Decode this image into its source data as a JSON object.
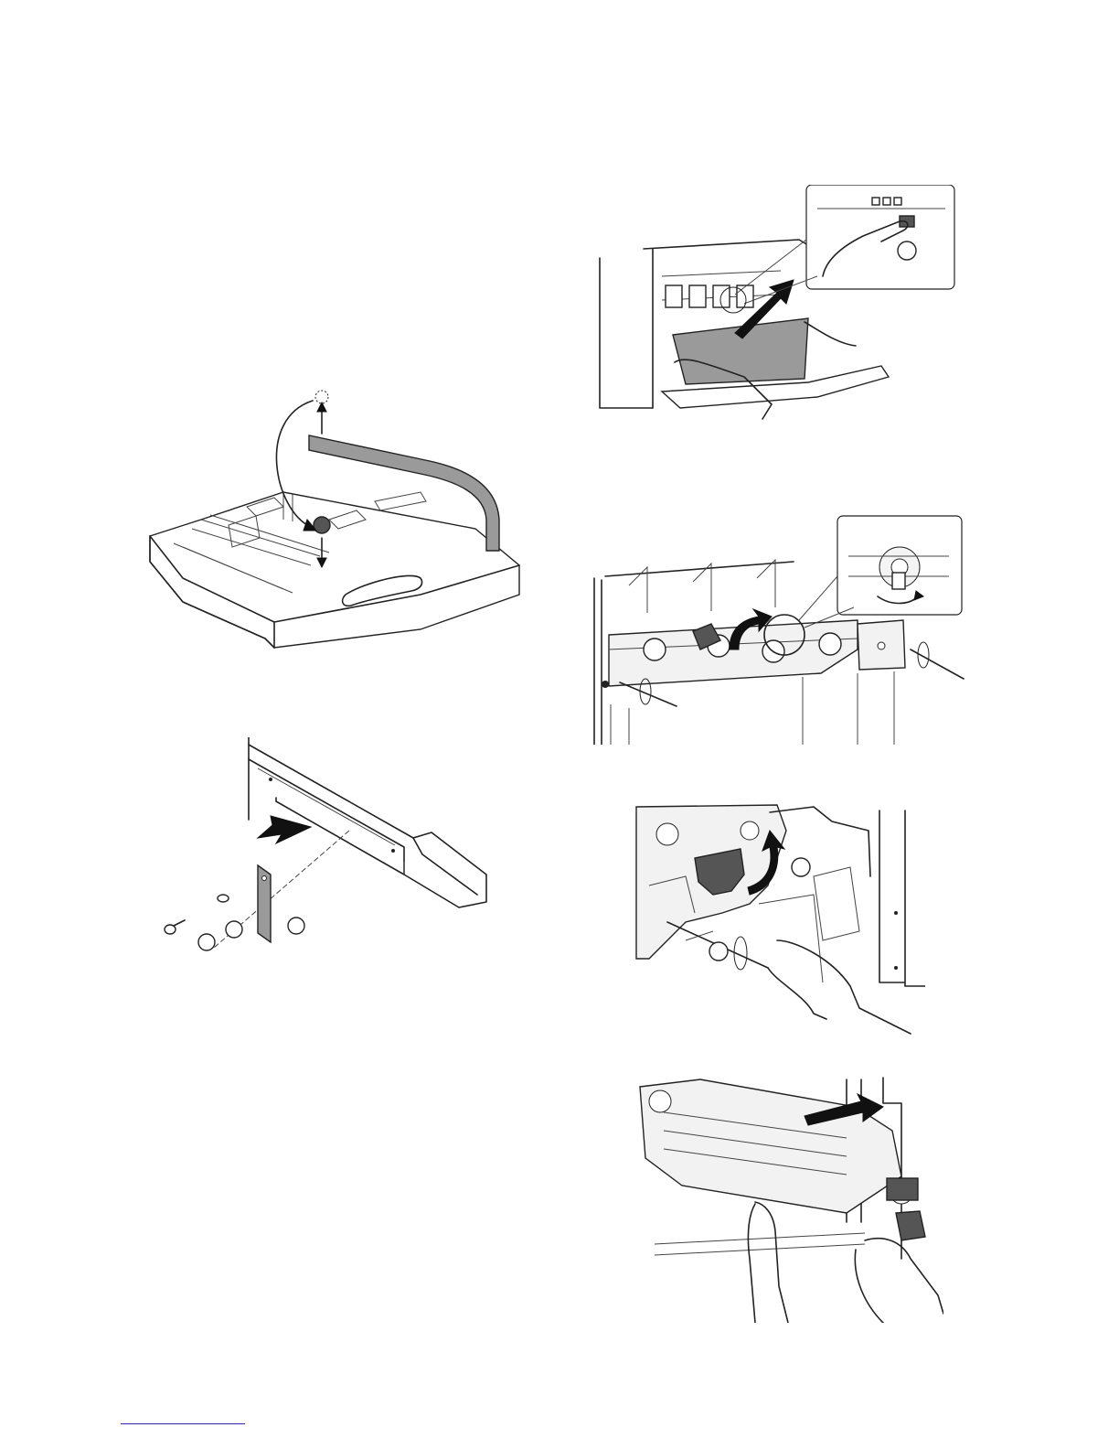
{
  "page": {
    "figures": [
      {
        "id": "paper-tray",
        "icon": "paper-tray-roller-replacement-illustration"
      },
      {
        "id": "side-plate",
        "icon": "side-plate-screw-washer-illustration"
      },
      {
        "id": "front-cover",
        "icon": "front-cover-opening-illustration"
      },
      {
        "id": "process-units",
        "icon": "process-unit-screws-illustration"
      },
      {
        "id": "fixing-lever",
        "icon": "fixing-lever-release-illustration"
      },
      {
        "id": "unit-pull-out",
        "icon": "unit-pull-out-illustration"
      }
    ],
    "footer_link_color": "#2a2aa8"
  }
}
